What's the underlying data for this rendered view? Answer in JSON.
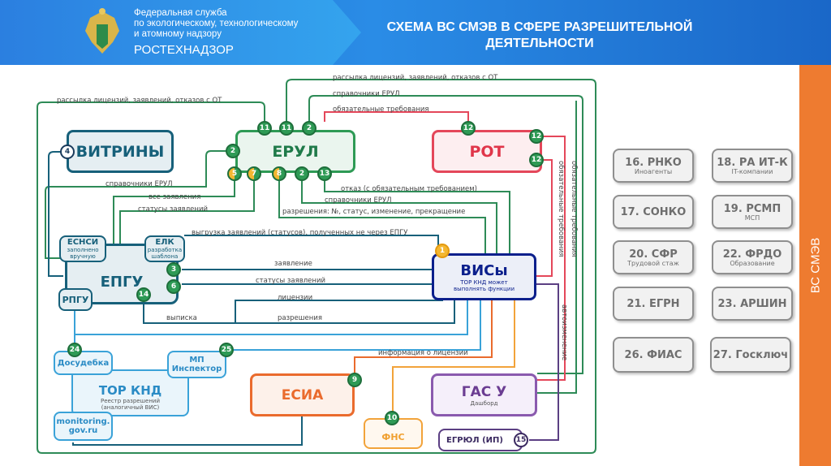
{
  "header": {
    "org_lines": [
      "Федеральная служба",
      "по экологическому, технологическому",
      "и атомному надзору"
    ],
    "org_name": "РОСТЕХНАДЗОР",
    "title_lines": [
      "СХЕМА ВС СМЭВ В СФЕРЕ РАЗРЕШИТЕЛЬНОЙ",
      "ДЕЯТЕЛЬНОСТИ"
    ],
    "emblem_icon": "eagle-emblem-icon"
  },
  "sidebar": {
    "label": "ВС СМЭВ",
    "color": "#ee7b30"
  },
  "nodes": {
    "vitriny": {
      "title": "ВИТРИНЫ",
      "badge": "4"
    },
    "erul": {
      "title": "ЕРУЛ",
      "badges_top": [
        "11",
        "11",
        "2"
      ],
      "badge_left": "2",
      "badges_bottom": [
        "5",
        "7",
        "8",
        "2",
        "13"
      ]
    },
    "rot": {
      "title": "РОТ",
      "badges": [
        "12",
        "12",
        "12"
      ]
    },
    "ensi": {
      "title": "ЕСНСИ",
      "sub": "заполнено вручную"
    },
    "elk": {
      "title": "ЕЛК",
      "sub": "разработка шаблона"
    },
    "epgu": {
      "title": "ЕПГУ",
      "badges": [
        "3",
        "6",
        "14"
      ]
    },
    "rpgu": {
      "title": "РПГУ"
    },
    "vis": {
      "title": "ВИСы",
      "sub": "ТОР КНД может выполнять функции",
      "badge": "1"
    },
    "dosudebka": {
      "title": "Досудебка",
      "badge": "24"
    },
    "mp": {
      "title": "МП Инспектор",
      "badge": "25"
    },
    "torknd": {
      "title": "ТОР КНД",
      "sub": "Реестр разрешений (аналогичный ВИС)"
    },
    "monitoring": {
      "title": "monitoring. gov.ru"
    },
    "esia": {
      "title": "ЕСИА",
      "badge": "9"
    },
    "fns": {
      "title": "ФНС",
      "badge": "10"
    },
    "gasu": {
      "title": "ГАС У",
      "sub": "Дашборд"
    },
    "egrul": {
      "title": "ЕГРЮЛ (ИП)",
      "badge": "15"
    }
  },
  "labels": {
    "l1": "рассылка лицензий, заявлений, отказов с ОТ",
    "l2": "рассылка лицензий, заявлений, отказов с ОТ",
    "l3": "справочники ЕРУЛ",
    "l4": "обязательные требования",
    "l5": "справочники ЕРУЛ",
    "l6": "все заявления",
    "l7": "статусы заявлений",
    "l8": "отказ (с обязательным требованием)",
    "l9": "справочники ЕРУЛ",
    "l10": "разрешения: №, статус, изменение, прекращение",
    "l11": "выгрузка заявлений (статусов), полученных не через ЕПГУ",
    "l12": "заявление",
    "l13": "статусы заявлений",
    "l14": "лицензии",
    "l15": "разрешения",
    "l16": "выписка",
    "l17": "информация о лицензии",
    "l18": "обязательные требования",
    "l19": "обязательные требования",
    "l20": "автоизменение"
  },
  "smev_services": [
    {
      "title": "16. РНКО",
      "sub": "Иноагенты"
    },
    {
      "title": "18. РА ИТ-К",
      "sub": "IT-компании"
    },
    {
      "title": "17. СОНКО",
      "sub": ""
    },
    {
      "title": "19. РСМП",
      "sub": "МСП"
    },
    {
      "title": "20. СФР",
      "sub": "Трудовой стаж"
    },
    {
      "title": "22. ФРДО",
      "sub": "Образование"
    },
    {
      "title": "21. ЕГРН",
      "sub": ""
    },
    {
      "title": "23. АРШИН",
      "sub": ""
    },
    {
      "title": "26. ФИАС",
      "sub": ""
    },
    {
      "title": "27. Госключ",
      "sub": ""
    }
  ],
  "colors": {
    "green": "#2e9a55",
    "teal": "#17607a",
    "red": "#e4475a",
    "navy": "#0b1f8c",
    "blue": "#3aa2d8",
    "orange": "#ea6b2d",
    "purple": "#8a5aae",
    "header": "#1f6fd1"
  }
}
